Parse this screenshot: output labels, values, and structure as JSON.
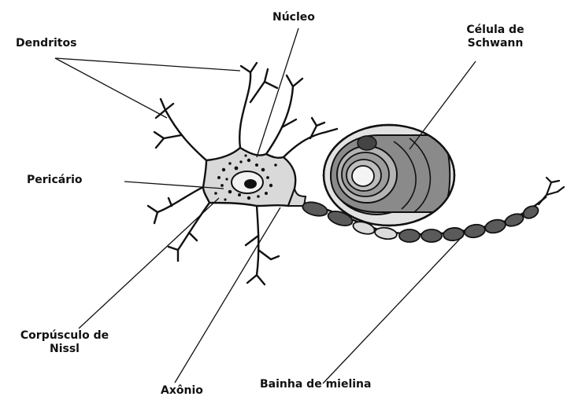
{
  "labels": {
    "dendritos": "Dendritos",
    "nucleo": "Núcleo",
    "celula_schwann_line1": "Célula de",
    "celula_schwann_line2": "Schwann",
    "pericario": "Pericário",
    "nissl_line1": "Corpúsculo de",
    "nissl_line2": "Nissl",
    "axonio": "Axônio",
    "bainha": "Bainha de mielina"
  },
  "colors": {
    "cell_fill": "#d9d9d9",
    "outline": "#111111",
    "myelin_fill": "#5a5a5a",
    "node_fill": "#dcdcdc"
  }
}
